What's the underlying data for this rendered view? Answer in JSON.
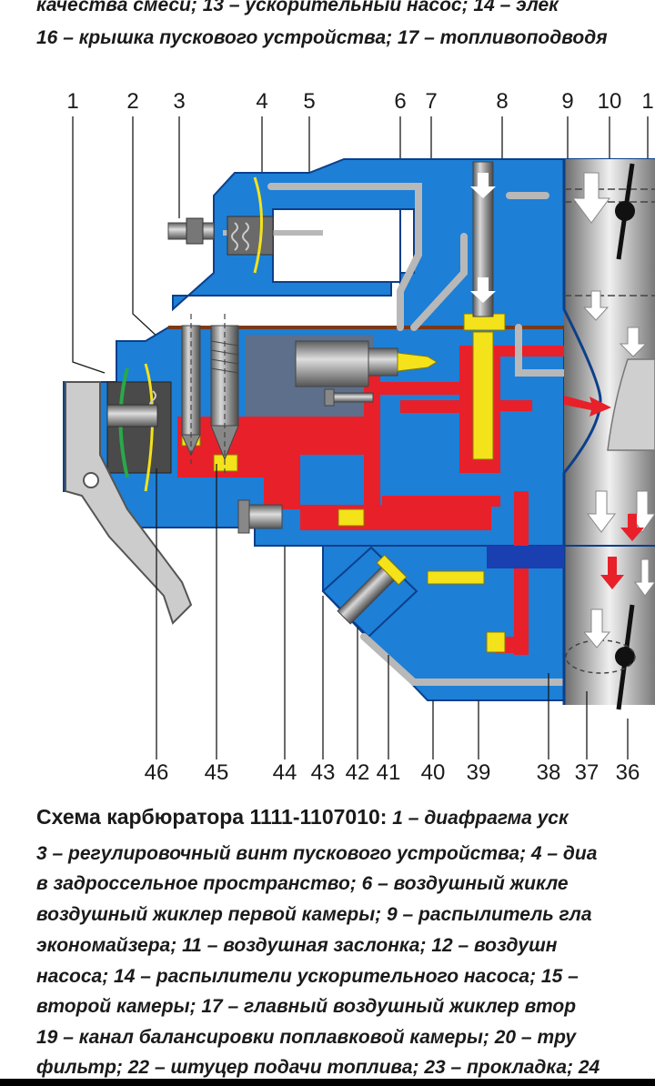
{
  "top_caption": {
    "line1": "качества смеси; 13 – ускорительный насос; 14 – элек",
    "line2": "16 – крышка пускового устройства; 17 – топливоподводя"
  },
  "top_numbers": [
    "1",
    "2",
    "3",
    "4",
    "5",
    "6",
    "7",
    "8",
    "9",
    "10",
    "1"
  ],
  "bottom_numbers": [
    "46",
    "45",
    "44",
    "43",
    "42",
    "41",
    "40",
    "39",
    "38",
    "37",
    "36"
  ],
  "caption": {
    "title": "Схема карбюратора 1111-1107010:",
    "first_line_rest": "1 – диафрагма уск",
    "lines": [
      "3 – регулировочный винт пускового устройства; 4 – диа",
      "в задроссельное пространство; 6 – воздушный жикле",
      "воздушный жиклер первой камеры; 9 – распылитель гла",
      "экономайзера; 11 – воздушная заслонка; 12 – воздушн",
      "насоса; 14 – распылители ускорительного насоса; 15 –",
      "второй камеры; 17 – главный воздушный жиклер втор",
      "19 – канал балансировки поплавковой камеры; 20 – тру",
      "фильтр; 22 – штуцер подачи топлива; 23 – прокладка; 24"
    ]
  },
  "colors": {
    "body_blue": "#1d7fd6",
    "outline_blue": "#0c3f8a",
    "fuel_red": "#e8202a",
    "jet_yellow": "#f4e21a",
    "metal_gray": "#9a9a9a",
    "dark_blue": "#1a3fb0"
  }
}
